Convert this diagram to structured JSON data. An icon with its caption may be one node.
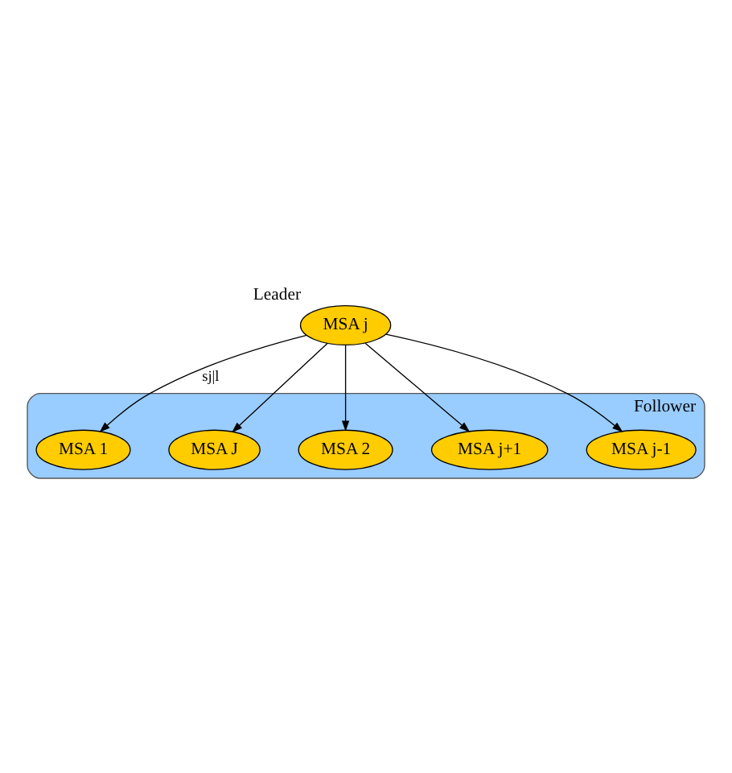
{
  "diagram": {
    "nodes": [
      {
        "text": [
          "MSA j"
        ],
        "beside": [
          "Leader"
        ]
      },
      {
        "text": [
          "Follower"
        ]
      },
      {
        "text": [
          "MSA 1"
        ],
        "in": 1
      },
      {
        "text": [
          "MSA J"
        ],
        "in": 1
      },
      {
        "text": [
          "MSA 2"
        ],
        "in": 1
      },
      {
        "text": [
          "MSA j+1"
        ],
        "in": 1
      },
      {
        "text": [
          "MSA j-1"
        ],
        "in": 1
      }
    ],
    "edges": [
      {
        "from": 0,
        "to": 3,
        "arrow": "to"
      },
      {
        "from": 0,
        "to": 2,
        "arrow": "to",
        "label": "sj|l"
      },
      {
        "from": 0,
        "to": 5,
        "arrow": "to"
      },
      {
        "from": 0,
        "to": 6,
        "arrow": "to"
      },
      {
        "from": 0,
        "to": 4,
        "arrow": "to"
      }
    ]
  }
}
